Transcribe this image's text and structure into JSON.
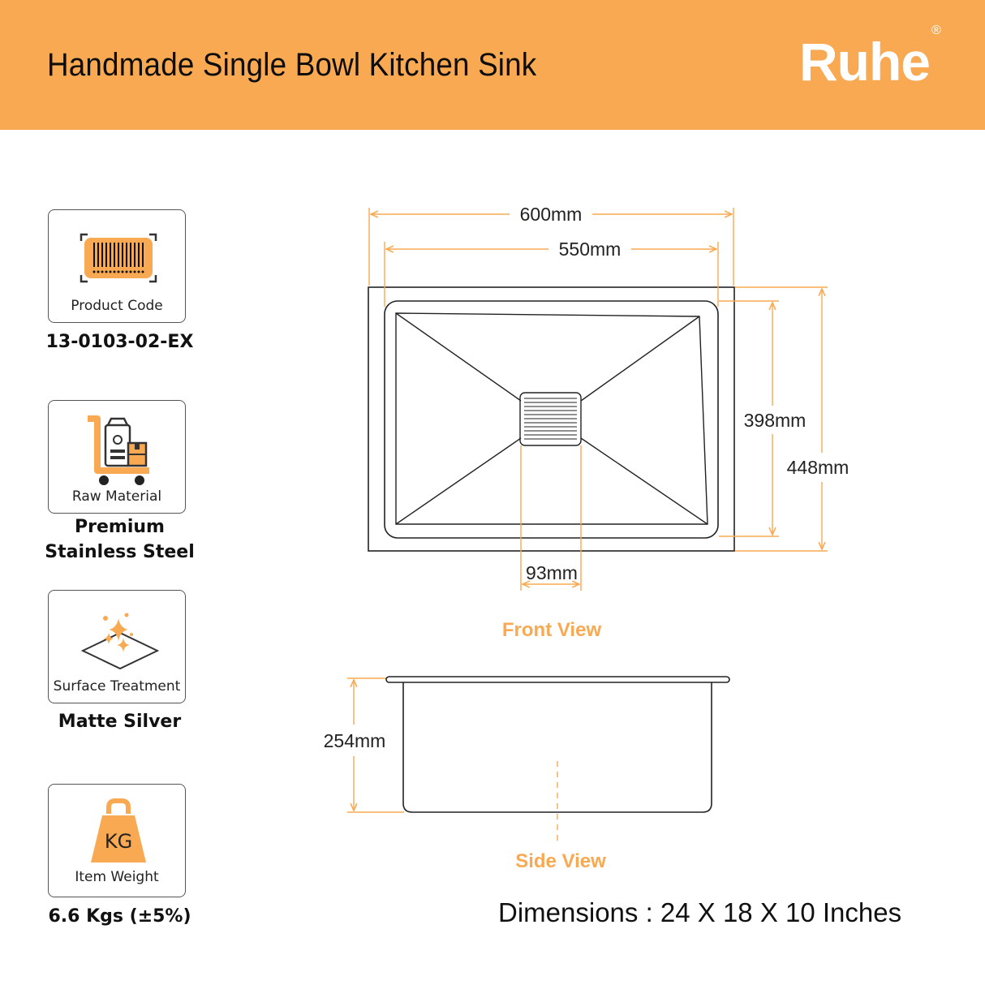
{
  "header": {
    "title": "Handmade Single Bowl Kitchen Sink",
    "brand": "Ruhe",
    "brand_mark": "®",
    "background_color": "#f8a952"
  },
  "specs": [
    {
      "icon": "barcode-icon",
      "caption": "Product Code",
      "value": "13-0103-02-EX"
    },
    {
      "icon": "raw-material-cart-icon",
      "caption": "Raw Material",
      "value_lines": [
        "Premium",
        "Stainless Steel"
      ]
    },
    {
      "icon": "sparkle-surface-icon",
      "caption": "Surface Treatment",
      "value": "Matte Silver"
    },
    {
      "icon": "weight-kg-icon",
      "icon_text": "KG",
      "caption": "Item Weight",
      "value": "6.6 Kgs (±5%)"
    }
  ],
  "front_view": {
    "label": "Front View",
    "overall_width": "600mm",
    "bowl_width": "550mm",
    "bowl_depth": "398mm",
    "overall_depth": "448mm",
    "drain_width": "93mm"
  },
  "side_view": {
    "label": "Side View",
    "height": "254mm"
  },
  "dimensions_text": "Dimensions : 24 X 18 X 10 Inches",
  "accent_color": "#f8a952"
}
